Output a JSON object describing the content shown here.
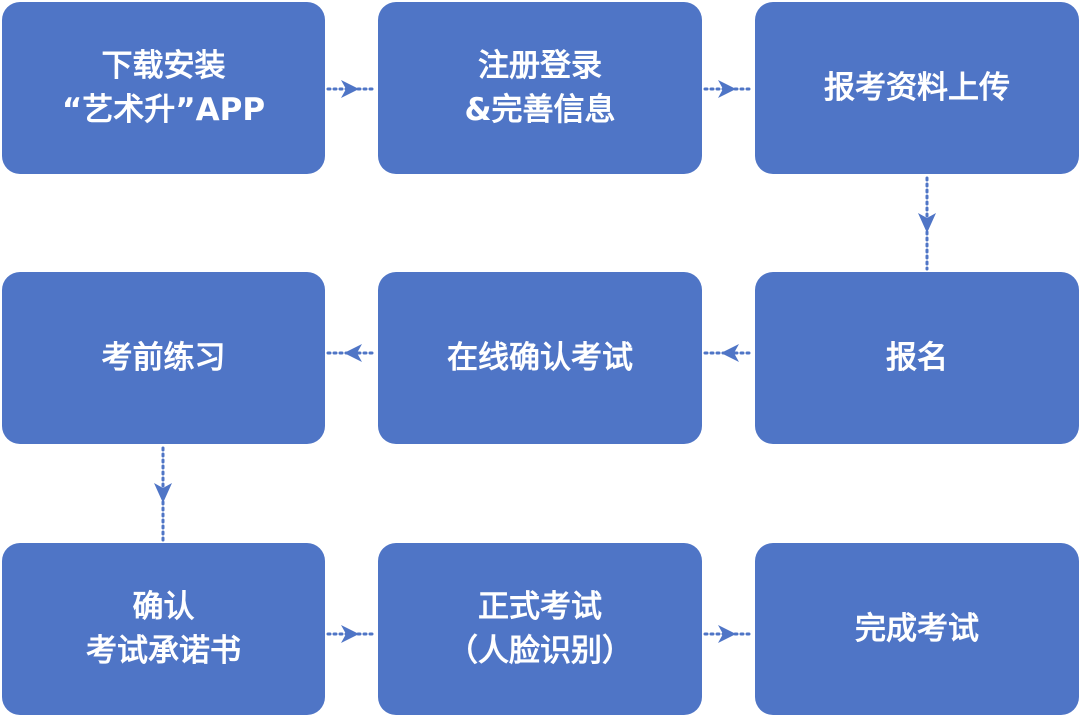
{
  "colors": {
    "box_fill": "#4f75c6",
    "box_text": "#ffffff",
    "connector": "#4f75c6"
  },
  "steps": [
    {
      "lines": [
        "下载安装",
        "“艺术升”APP"
      ]
    },
    {
      "lines": [
        "注册登录",
        "&完善信息"
      ]
    },
    {
      "lines": [
        "报考资料上传"
      ]
    },
    {
      "lines": [
        "报名"
      ]
    },
    {
      "lines": [
        "在线确认考试"
      ]
    },
    {
      "lines": [
        "考前练习"
      ]
    },
    {
      "lines": [
        "确认",
        "考试承诺书"
      ]
    },
    {
      "lines": [
        "正式考试",
        "（人脸识别）"
      ]
    },
    {
      "lines": [
        "完成考试"
      ]
    }
  ],
  "flow": [
    {
      "from": 0,
      "to": 1,
      "direction": "right"
    },
    {
      "from": 1,
      "to": 2,
      "direction": "right"
    },
    {
      "from": 2,
      "to": 3,
      "direction": "down"
    },
    {
      "from": 3,
      "to": 4,
      "direction": "left"
    },
    {
      "from": 4,
      "to": 5,
      "direction": "left"
    },
    {
      "from": 5,
      "to": 6,
      "direction": "down"
    },
    {
      "from": 6,
      "to": 7,
      "direction": "right"
    },
    {
      "from": 7,
      "to": 8,
      "direction": "right"
    }
  ]
}
